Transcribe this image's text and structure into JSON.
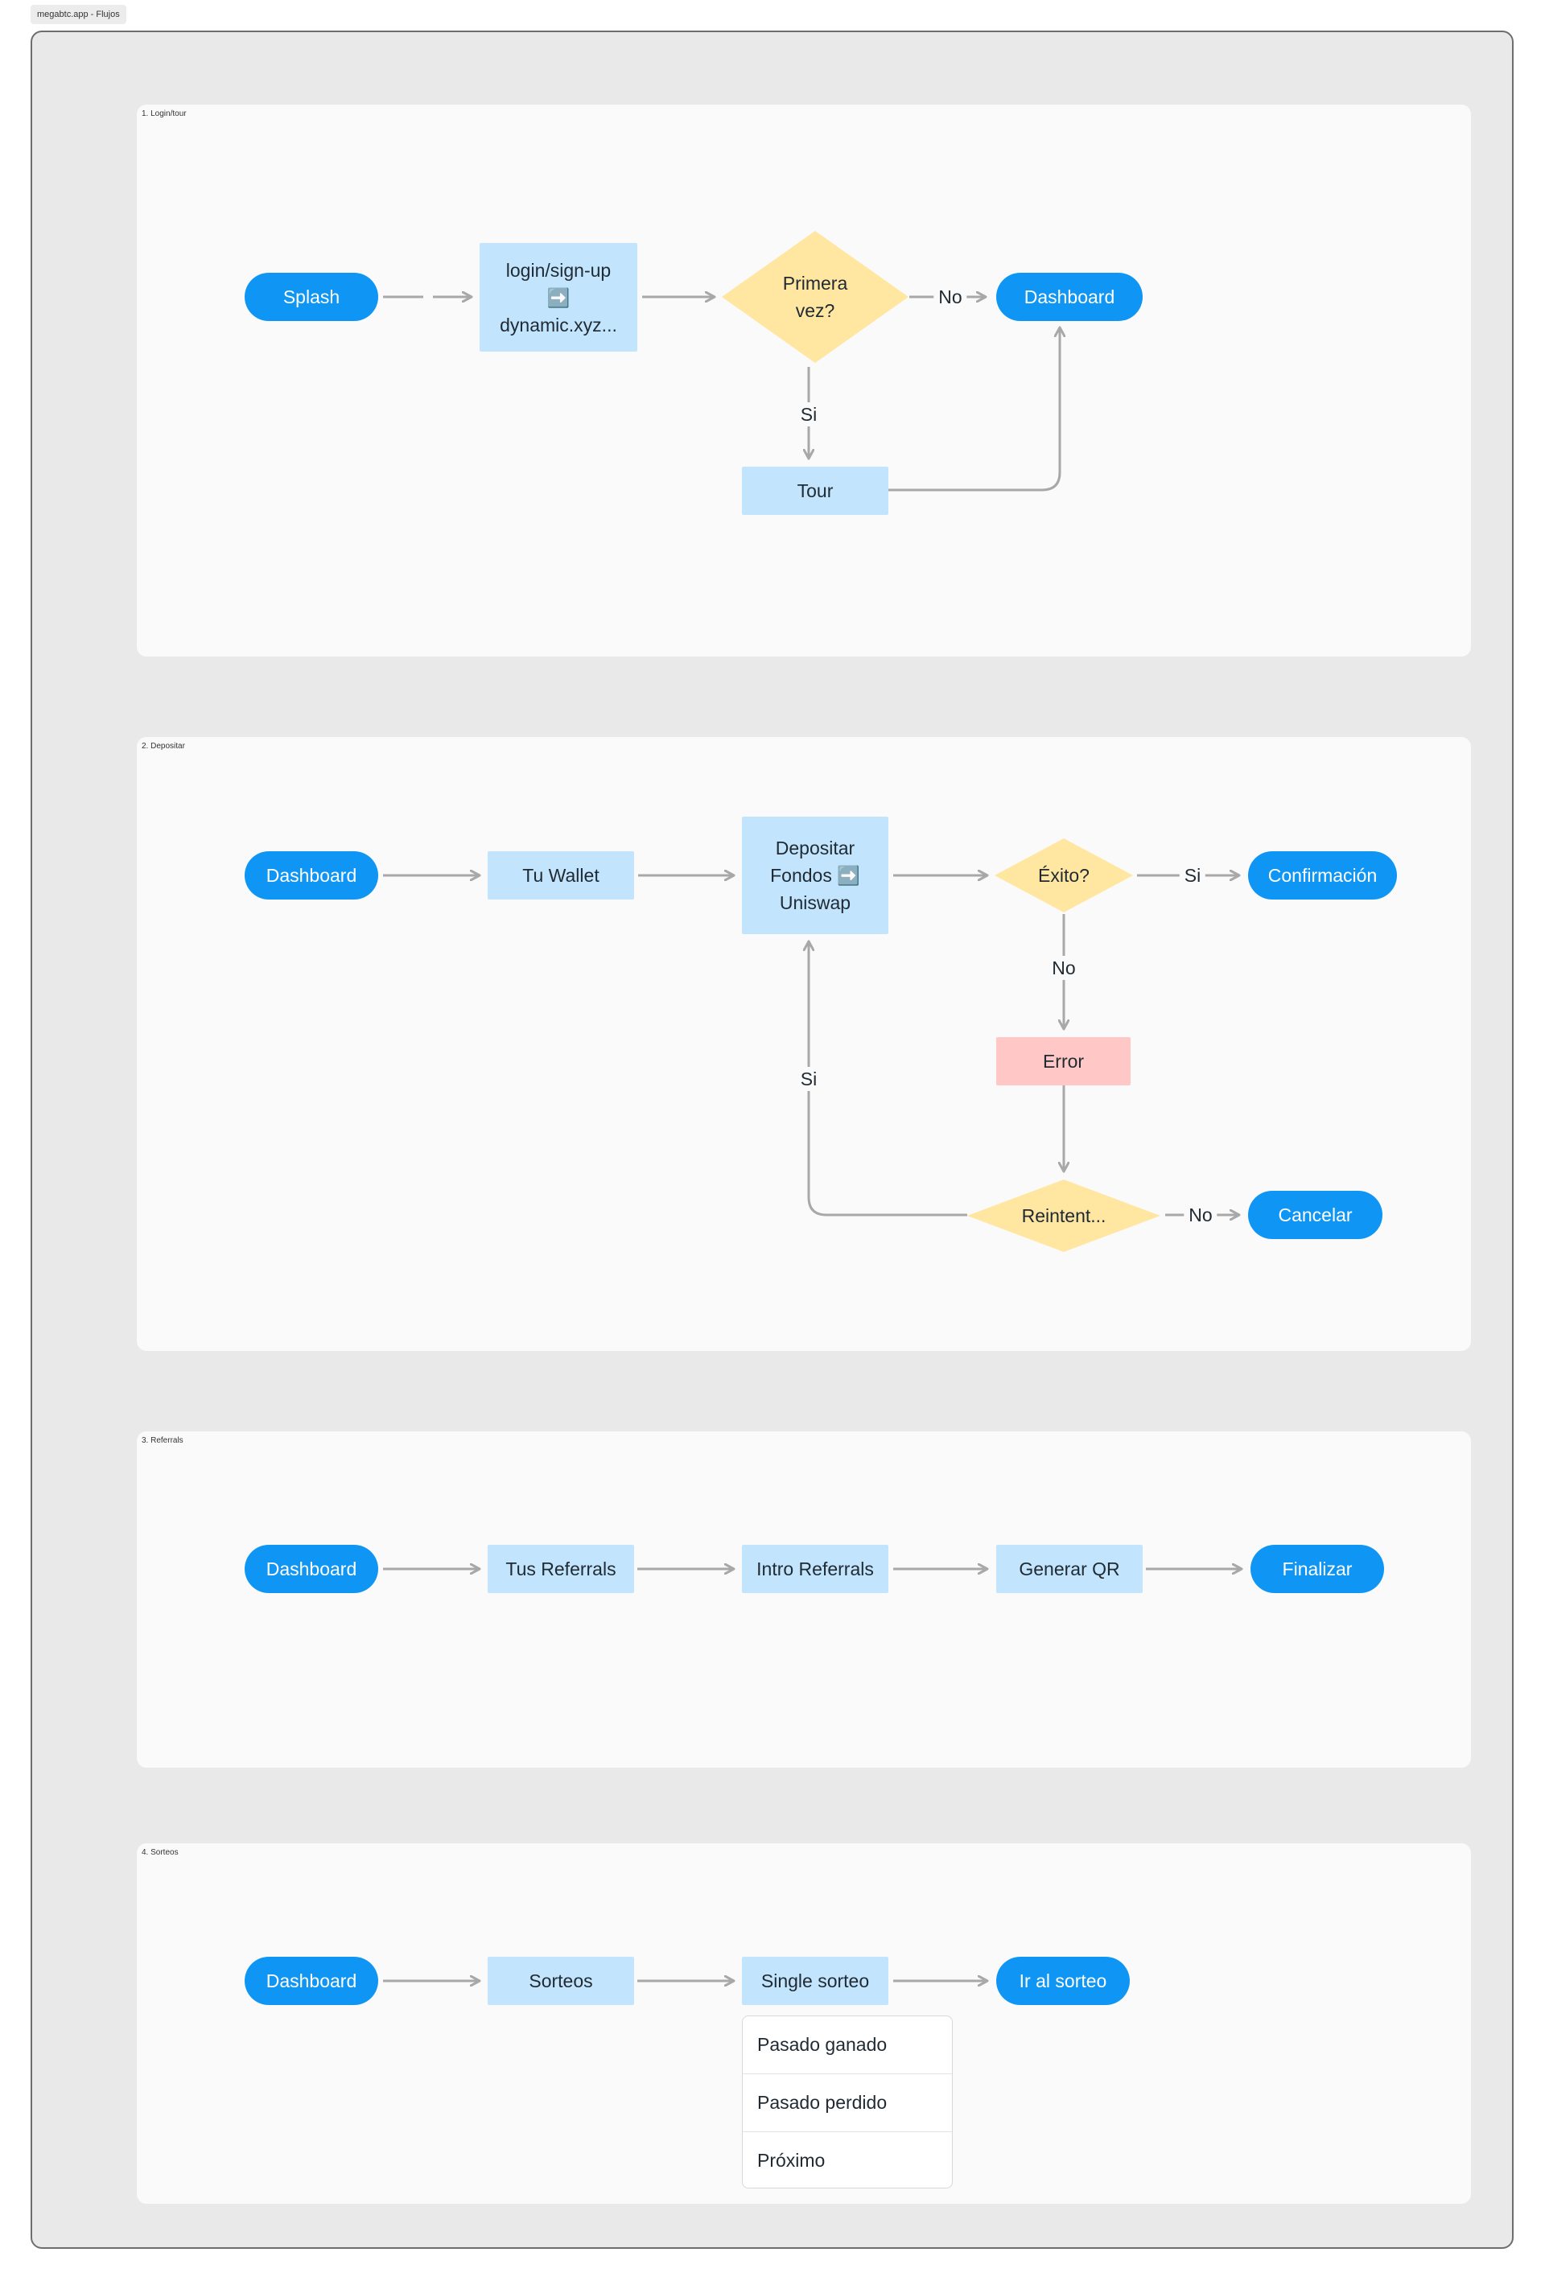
{
  "app_title": "megabtc.app - Flujos",
  "colors": {
    "terminal": "#0f96f5",
    "process": "#c2e4fc",
    "decision": "#ffe6a1",
    "error": "#ffc8c6",
    "arrow": "#a8a8a8"
  },
  "sections": [
    {
      "label": "1. Login/tour",
      "nodes": {
        "splash": "Splash",
        "login_line1": "login/sign-up",
        "login_line2": "➡️",
        "login_line3": "dynamic.xyz...",
        "decision_line1": "Primera",
        "decision_line2": "vez?",
        "dashboard": "Dashboard",
        "tour": "Tour"
      },
      "edges": {
        "no": "No",
        "si": "Si"
      }
    },
    {
      "label": "2. Depositar",
      "nodes": {
        "dashboard": "Dashboard",
        "wallet": "Tu Wallet",
        "deposit_line1": "Depositar",
        "deposit_line2": "Fondos ➡️",
        "deposit_line3": "Uniswap",
        "exito": "Éxito?",
        "confirmacion": "Confirmación",
        "error": "Error",
        "reintent": "Reintent...",
        "cancelar": "Cancelar"
      },
      "edges": {
        "si_ok": "Si",
        "no_fail": "No",
        "si_retry": "Si",
        "no_cancel": "No"
      }
    },
    {
      "label": "3. Referrals",
      "nodes": {
        "dashboard": "Dashboard",
        "tus_referrals": "Tus Referrals",
        "intro_referrals": "Intro Referrals",
        "generar_qr": "Generar QR",
        "finalizar": "Finalizar"
      }
    },
    {
      "label": "4. Sorteos",
      "nodes": {
        "dashboard": "Dashboard",
        "sorteos": "Sorteos",
        "single": "Single sorteo",
        "ir": "Ir al sorteo"
      },
      "states": [
        "Pasado ganado",
        "Pasado perdido",
        "Próximo"
      ]
    }
  ]
}
